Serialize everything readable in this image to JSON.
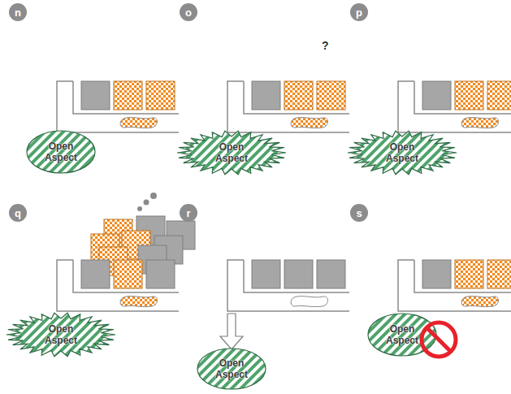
{
  "diagram": {
    "nodes": [
      {
        "text": [
          "n"
        ]
      },
      {
        "text": [
          "o"
        ]
      },
      {
        "text": [
          "p"
        ]
      },
      {
        "text": [
          "Open Aspect"
        ]
      },
      {
        "text": [
          "Open Aspect"
        ]
      },
      {
        "text": [
          "Open Aspect"
        ]
      },
      {
        "text": [
          "q"
        ]
      },
      {
        "text": [
          "r"
        ]
      },
      {
        "text": [
          "s"
        ]
      },
      {
        "text": [
          "Open Aspect"
        ]
      },
      {
        "text": [
          "Open Aspect"
        ]
      },
      {
        "text": [
          "Open Aspect"
        ]
      }
    ],
    "labels": [
      "?"
    ]
  }
}
